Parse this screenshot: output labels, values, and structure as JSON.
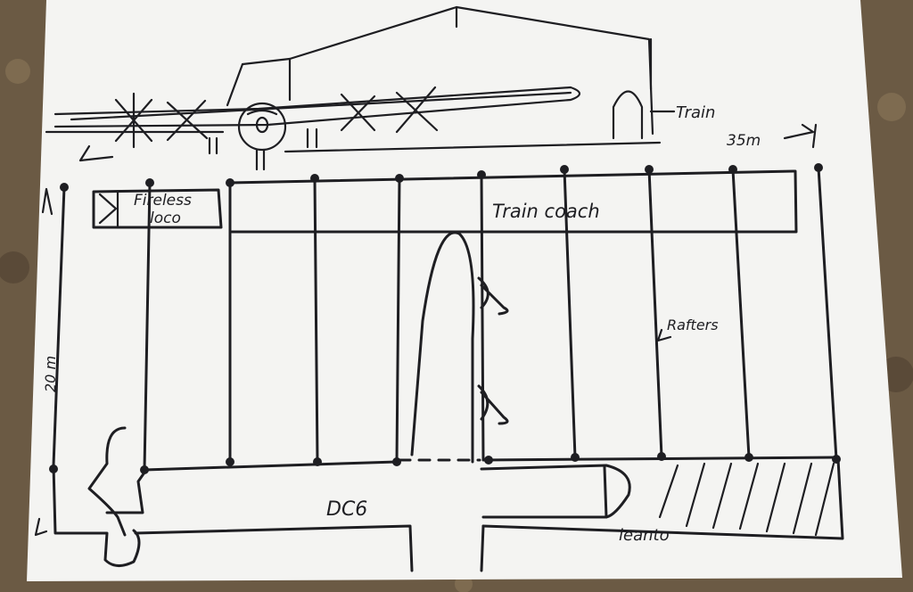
{
  "labels": {
    "train_top": "Train",
    "length_dim": "35m",
    "fireless_line1": "Fireless",
    "fireless_line2": "loco",
    "train_coach": "Train coach",
    "rafters": "Rafters",
    "width_dim": "20 m",
    "aircraft": "DC6",
    "leanto": "leanto"
  },
  "colors": {
    "ink": "#1e1e22",
    "paper": "#f4f4f2",
    "countertop": "#6b5a44"
  }
}
